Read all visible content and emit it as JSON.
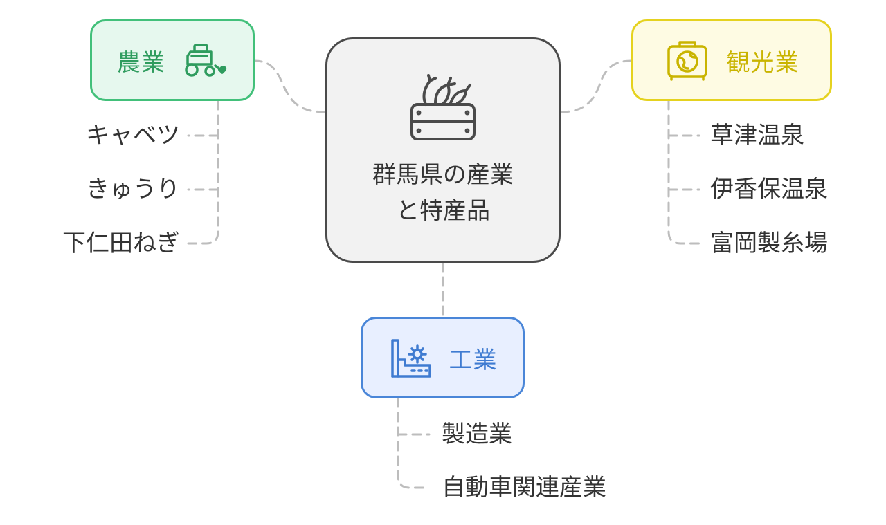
{
  "diagram": {
    "center": {
      "title": "群馬県の産業と特産品",
      "icon": "vegetable-crate-icon"
    },
    "branches": [
      {
        "key": "agriculture",
        "label": "農業",
        "icon": "tractor-icon",
        "color": "#42c07a",
        "items": [
          "キャベツ",
          "きゅうり",
          "下仁田ねぎ"
        ]
      },
      {
        "key": "tourism",
        "label": "観光業",
        "icon": "suitcase-globe-icon",
        "color": "#e5d21f",
        "items": [
          "草津温泉",
          "伊香保温泉",
          "富岡製糸場"
        ]
      },
      {
        "key": "industry",
        "label": "工業",
        "icon": "factory-icon",
        "color": "#4a86d8",
        "items": [
          "製造業",
          "自動車関連産業"
        ]
      }
    ]
  }
}
